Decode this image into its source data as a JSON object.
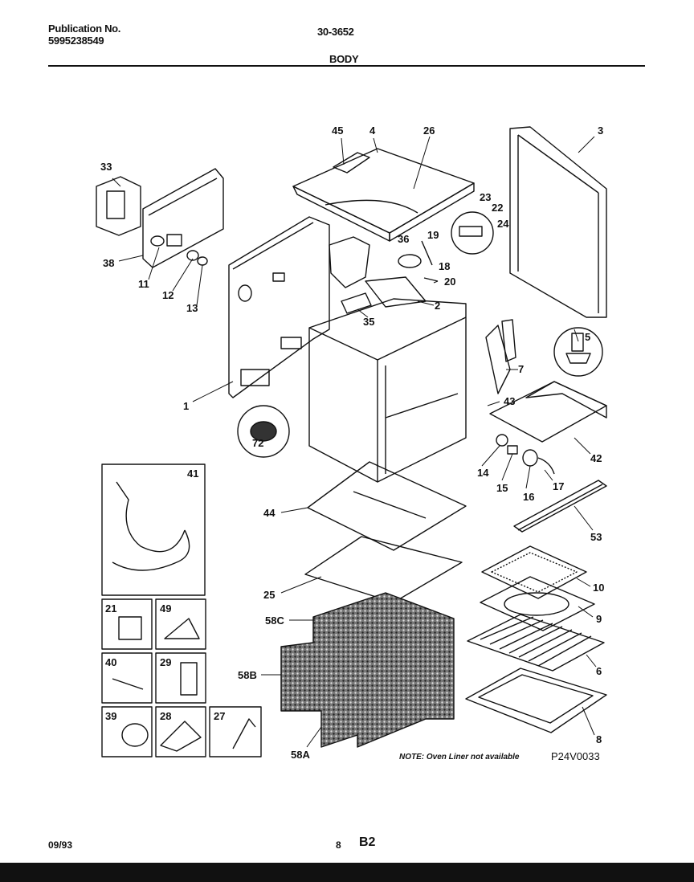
{
  "header": {
    "publication_label": "Publication No.",
    "publication_number": "5995238549",
    "model_number": "30-3652",
    "section_title": "BODY"
  },
  "diagram": {
    "reference_code": "P24V0033",
    "note": "NOTE: Oven Liner not available",
    "callouts": [
      "1",
      "2",
      "3",
      "4",
      "5",
      "6",
      "7",
      "8",
      "9",
      "10",
      "11",
      "12",
      "13",
      "14",
      "15",
      "16",
      "17",
      "18",
      "19",
      "20",
      "21",
      "22",
      "23",
      "24",
      "25",
      "26",
      "27",
      "28",
      "29",
      "33",
      "35",
      "36",
      "38",
      "39",
      "40",
      "41",
      "42",
      "43",
      "44",
      "45",
      "49",
      "53",
      "58A",
      "58B",
      "58C",
      "72"
    ]
  },
  "footer": {
    "date": "09/93",
    "page_number": "8",
    "page_code": "B2"
  }
}
